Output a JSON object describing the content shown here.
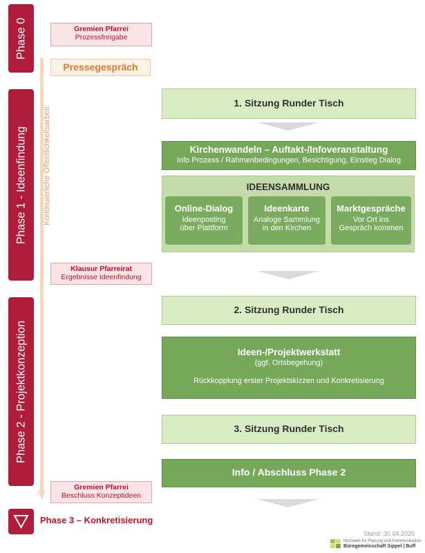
{
  "phases": {
    "phase0": "Phase 0",
    "phase1": "Phase 1 - Ideenfindung",
    "phase2": "Phase 2 - Projektkonzeption",
    "phase3": "Phase 3 – Konkretisierung"
  },
  "sidebar_label": "Kontinuierliche Öffentlichkeitsarbeit",
  "milestones": {
    "gremien1": {
      "title": "Gremien Pfarrei",
      "sub": "Prozessfreigabe"
    },
    "presse": "Pressegespräch",
    "klausur": {
      "title": "Klausur Pfarreirat",
      "sub": "Ergebnisse Ideenfindung"
    },
    "gremien2": {
      "title": "Gremien Pfarrei",
      "sub": "Beschluss Konzeptideen"
    }
  },
  "steps": {
    "sitzung1": "1. Sitzung Runder Tisch",
    "auftakt": {
      "title": "Kirchenwandeln – Auftakt-/Infoveranstaltung",
      "sub": "Info Prozess / Rahmenbedingungen, Besichtigung, Einstieg Dialog"
    },
    "ideensammlung": {
      "title": "IDEENSAMMLUNG",
      "cards": [
        {
          "title": "Online-Dialog",
          "l1": "Ideenposting",
          "l2": "über Plattform"
        },
        {
          "title": "Ideenkarte",
          "l1": "Analoge Sammlung",
          "l2": "in den Kirchen"
        },
        {
          "title": "Marktgespräche",
          "l1": "Vor Ort ins",
          "l2": "Gespräch kommen"
        }
      ]
    },
    "sitzung2": "2. Sitzung Runder Tisch",
    "werkstatt": {
      "title": "Ideen-/Projektwerkstatt",
      "sub": "(ggf. Ortsbegehung)",
      "desc": "Rückkopplung erster Projektskizzen und Konkretisierung"
    },
    "sitzung3": "3. Sitzung Runder Tisch",
    "abschluss": "Info / Abschluss Phase 2"
  },
  "footer": {
    "stand": "Stand: 30.04.2025",
    "network": "Netzwerk für Planung und Kommunikation",
    "company": "Bürogemeinschaft Sippel | Buff"
  },
  "colors": {
    "phase": "#b01c3a",
    "light_green": "#d9ecc4",
    "dark_green": "#76a85a",
    "orange": "#e8a060"
  }
}
